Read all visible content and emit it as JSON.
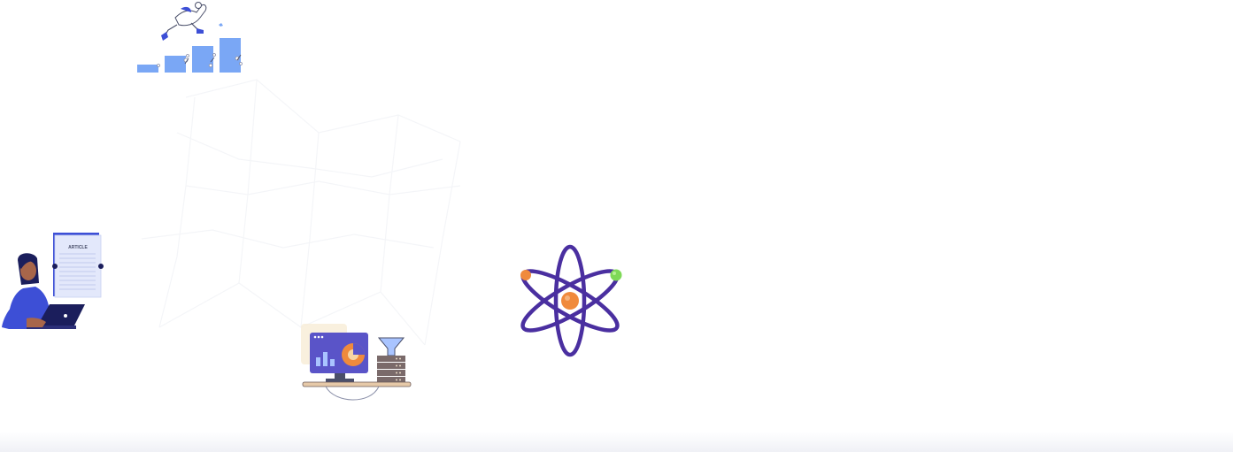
{
  "scene": {
    "illustrations": [
      {
        "id": "growth",
        "icon": "person-climbing-bar-chart-icon"
      },
      {
        "id": "writer",
        "icon": "woman-writing-article-on-laptop-icon",
        "document_label": "ARTICLE"
      },
      {
        "id": "dashboard",
        "icon": "analytics-dashboard-and-database-icon"
      },
      {
        "id": "atom",
        "icon": "atom-icon"
      }
    ]
  },
  "colors": {
    "primary_blue": "#3d4fd6",
    "bar_blue": "#7aa7f5",
    "atom_purple": "#4a2fa0",
    "orange": "#f08a3c",
    "green": "#7ed957",
    "navy": "#1b1e5c",
    "skin": "#a8664a",
    "monitor": "#5a54c8"
  }
}
